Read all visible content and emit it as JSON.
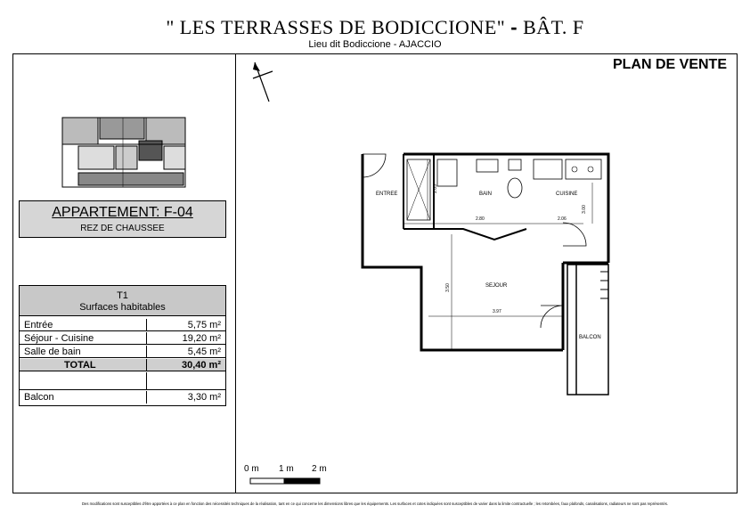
{
  "header": {
    "title": "\" LES TERRASSES DE BODICCIONE\"",
    "title_dash": "-",
    "title_building": "BÂT.  F",
    "subtitle": "Lieu dit Bodiccione - AJACCIO",
    "plan_title": "PLAN DE VENTE"
  },
  "apartment": {
    "label": "APPARTEMENT: F-04",
    "level": "REZ DE CHAUSSEE"
  },
  "surfaces": {
    "type": "T1",
    "heading": "Surfaces habitables",
    "rows": [
      {
        "label": "Entrée",
        "value": "5,75 m²"
      },
      {
        "label": "Séjour - Cuisine",
        "value": "19,20 m²"
      },
      {
        "label": "Salle de bain",
        "value": "5,45 m²"
      }
    ],
    "total_label": "TOTAL",
    "total_value": "30,40 m²",
    "balcon_label": "Balcon",
    "balcon_value": "3,30 m²"
  },
  "rooms": {
    "entree": "ENTREE",
    "bain": "BAIN",
    "cuisine": "CUISINE",
    "sejour": "SEJOUR",
    "balcon": "BALCON"
  },
  "dimensions": {
    "d1": "2.05",
    "d2": "2.80",
    "d3": "3.00",
    "d4": "2.06",
    "d5": "3.50",
    "d6": "3.97"
  },
  "scale": {
    "s0": "0 m",
    "s1": "1 m",
    "s2": "2 m"
  },
  "footnote": "Des modifications sont susceptibles d'être apportées à ce plan en fonction des nécessités techniques de la réalisation, tant en ce qui concerne les dimensions libres que les équipements. Les surfaces et cotes indiquées sont susceptibles de varier dans la limite contractuelle ; les retombées, faux plafonds, canalisations, radiateurs ne sont pas représentés."
}
